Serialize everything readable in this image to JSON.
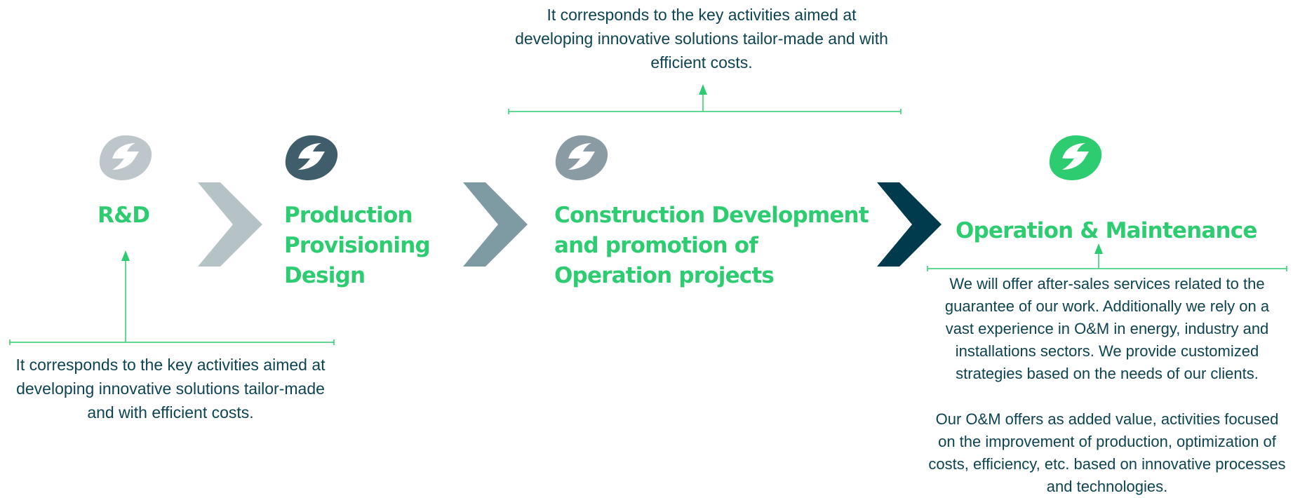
{
  "stages": [
    {
      "id": "rd",
      "lines": [
        "R&D"
      ],
      "logo_color": "#bcc6cb",
      "icon": "leaf-logo-icon"
    },
    {
      "id": "production",
      "lines": [
        "Production",
        "Provisioning",
        "Design"
      ],
      "logo_color": "#3f5d6b",
      "icon": "leaf-logo-icon"
    },
    {
      "id": "construction",
      "lines": [
        "Construction Development",
        "and promotion of",
        "Operation projects"
      ],
      "logo_color": "#8a9ba3",
      "icon": "leaf-logo-icon"
    },
    {
      "id": "om",
      "lines": [
        "Operation & Maintenance"
      ],
      "logo_color": "#2ecc71",
      "icon": "leaf-logo-icon"
    }
  ],
  "arrows": [
    {
      "icon": "chevron-right-icon",
      "color": "#b5c2c6"
    },
    {
      "icon": "chevron-right-icon",
      "color": "#7e9aa2"
    },
    {
      "icon": "chevron-right-icon",
      "color": "#003b4d"
    }
  ],
  "annotations": {
    "rd": [
      "It corresponds to the key activities aimed at",
      "developing innovative solutions tailor-made",
      "and with efficient costs."
    ],
    "construction": [
      "It corresponds to the key activities aimed at",
      "developing innovative solutions tailor-made and with",
      "efficient costs."
    ],
    "om_paragraph1": [
      "We will offer after-sales services related to the",
      "guarantee of our work. Additionally we rely on a",
      "vast experience in O&M in energy, industry and",
      "installations sectors. We provide customized",
      "strategies based on the needs of our clients."
    ],
    "om_paragraph2": [
      "Our O&M offers as added value, activities focused",
      "on the improvement of production, optimization of",
      "costs, efficiency, etc. based on innovative processes",
      "and technologies."
    ]
  },
  "colors": {
    "accent": "#2ecc71",
    "text": "#0e4352"
  }
}
